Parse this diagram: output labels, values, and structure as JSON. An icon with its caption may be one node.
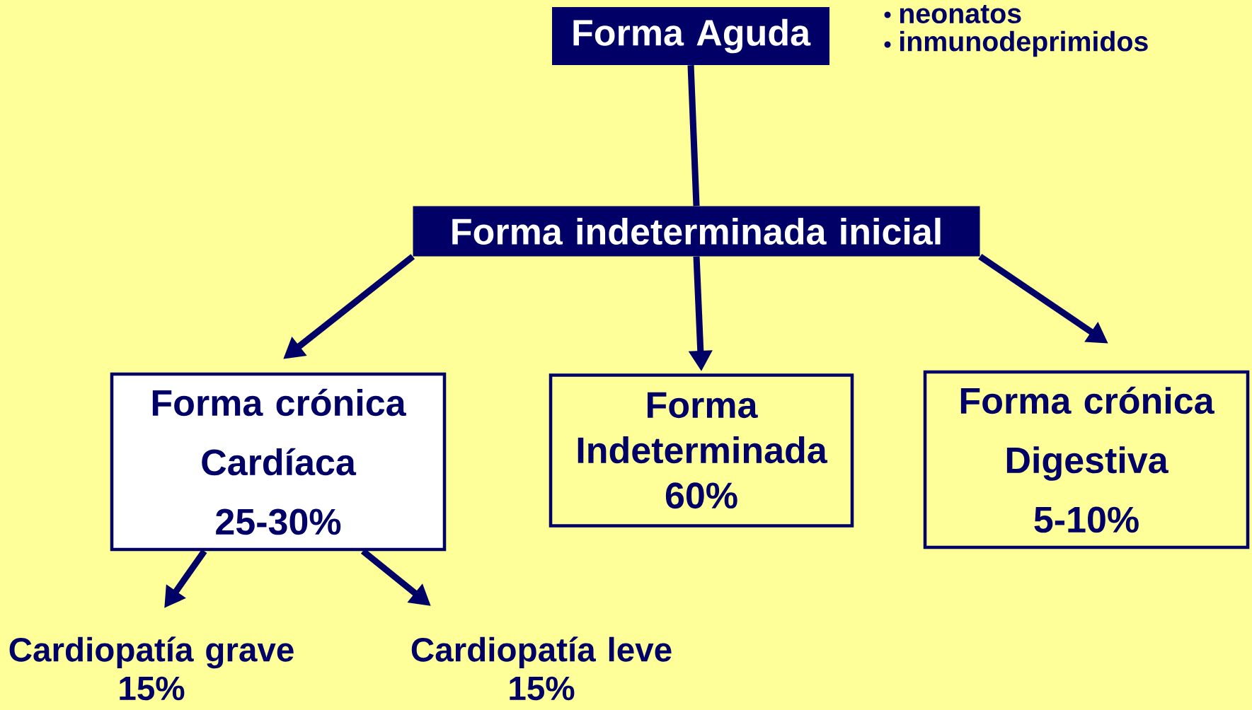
{
  "diagram": {
    "nodes": [
      {
        "text": [
          "Forma Aguda"
        ]
      },
      {
        "text": [
          "Forma indeterminada inicial"
        ]
      },
      {
        "text": [
          "Forma crónica Cardíaca",
          "25-30%"
        ]
      },
      {
        "text": [
          "Forma Indeterminada",
          "60%"
        ]
      },
      {
        "text": [
          "Forma crónica Digestiva",
          "5-10%"
        ]
      },
      {
        "text": [
          "Cardiopatía grave",
          "15%"
        ]
      },
      {
        "text": [
          "Cardiopatía leve",
          "15%"
        ]
      }
    ],
    "edges": [
      {
        "from": 0,
        "to": 1,
        "arrow": "none"
      },
      {
        "from": 1,
        "to": 2,
        "arrow": "to"
      },
      {
        "from": 1,
        "to": 3,
        "arrow": "to"
      },
      {
        "from": 1,
        "to": 4,
        "arrow": "to"
      },
      {
        "from": 2,
        "to": 5,
        "arrow": "to"
      },
      {
        "from": 2,
        "to": 6,
        "arrow": "to"
      }
    ],
    "labels": [
      "neonatos",
      "inmunodeprimidos"
    ]
  }
}
